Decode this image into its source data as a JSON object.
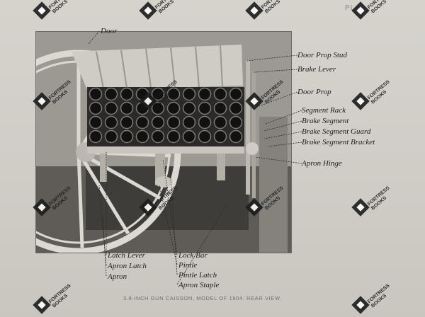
{
  "page_tag": "PL",
  "caption": "3.8-INCH GUN CAISSON, MODEL OF 1904.   REAR VIEW.",
  "watermark": {
    "line1": "FORTRESS",
    "line2": "BOOKS"
  },
  "labels": {
    "door": "Door",
    "door_prop_stud": "Door Prop Stud",
    "brake_lever": "Brake Lever",
    "door_prop": "Door Prop",
    "segment_rack": "Segment Rack",
    "brake_segment": "Brake Segment",
    "brake_segment_guard": "Brake Segment Guard",
    "brake_segment_bracket": "Brake Segment Bracket",
    "apron_hinge": "Apron Hinge",
    "latch_lever": "Latch Lever",
    "apron_latch": "Apron Latch",
    "apron": "Apron",
    "lock_bar": "Lock Bar",
    "pintle": "Pintle",
    "pintle_latch": "Pintle Latch",
    "apron_staple": "Apron Staple"
  },
  "colors": {
    "paper": "#cfccc6",
    "ink": "#1e1e1e",
    "photo": "#8f8c86"
  }
}
